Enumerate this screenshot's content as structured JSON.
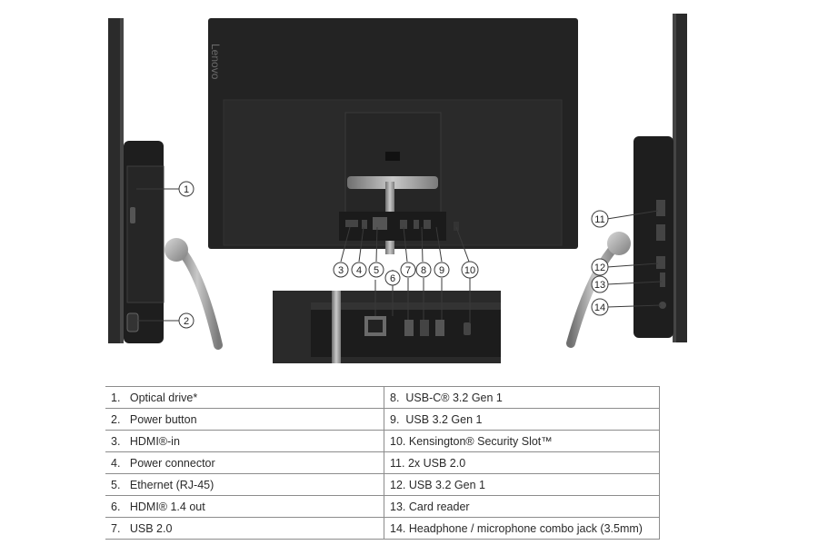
{
  "brand": "Lenovo",
  "callouts": [
    "1",
    "2",
    "3",
    "4",
    "5",
    "6",
    "7",
    "8",
    "9",
    "10",
    "11",
    "12",
    "13",
    "14"
  ],
  "legend": {
    "left": [
      {
        "num": "1.",
        "label": "Optical drive*"
      },
      {
        "num": "2.",
        "label": "Power button"
      },
      {
        "num": "3.",
        "label": "HDMI®-in"
      },
      {
        "num": "4.",
        "label": "Power connector"
      },
      {
        "num": "5.",
        "label": "Ethernet (RJ-45)"
      },
      {
        "num": "6.",
        "label": "HDMI® 1.4 out"
      },
      {
        "num": "7.",
        "label": "USB 2.0"
      }
    ],
    "right": [
      {
        "num": "8.",
        "label": "USB-C® 3.2 Gen 1"
      },
      {
        "num": "9.",
        "label": "USB 3.2 Gen 1"
      },
      {
        "num": "10.",
        "label": "Kensington® Security Slot™"
      },
      {
        "num": "11.",
        "label": "2x USB 2.0"
      },
      {
        "num": "12.",
        "label": "USB 3.2 Gen 1"
      },
      {
        "num": "13.",
        "label": "Card reader"
      },
      {
        "num": "14.",
        "label": "Headphone / microphone combo jack (3.5mm)"
      }
    ]
  }
}
